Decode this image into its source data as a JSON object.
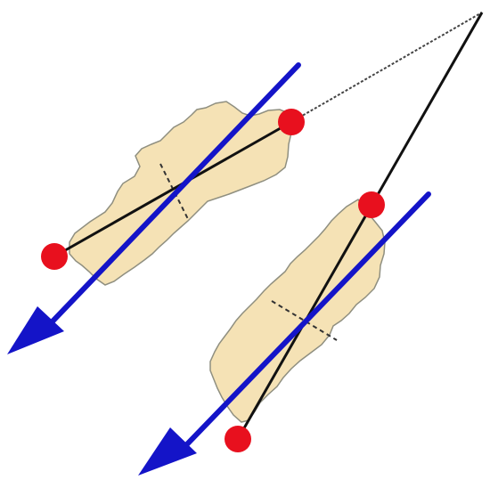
{
  "diagram": {
    "colors": {
      "background": "#ffffff",
      "blob_fill": "#f5e2b5",
      "blob_stroke": "#8f8f80",
      "minor_axis": "#333333",
      "line": "#111111",
      "dotted_line": "#444444",
      "arrow": "#1414c8",
      "endpoint": "#e8101e"
    },
    "elements": {
      "blobs": 2,
      "arrows": 2,
      "endpoints": 4,
      "connector_lines": 2
    }
  }
}
